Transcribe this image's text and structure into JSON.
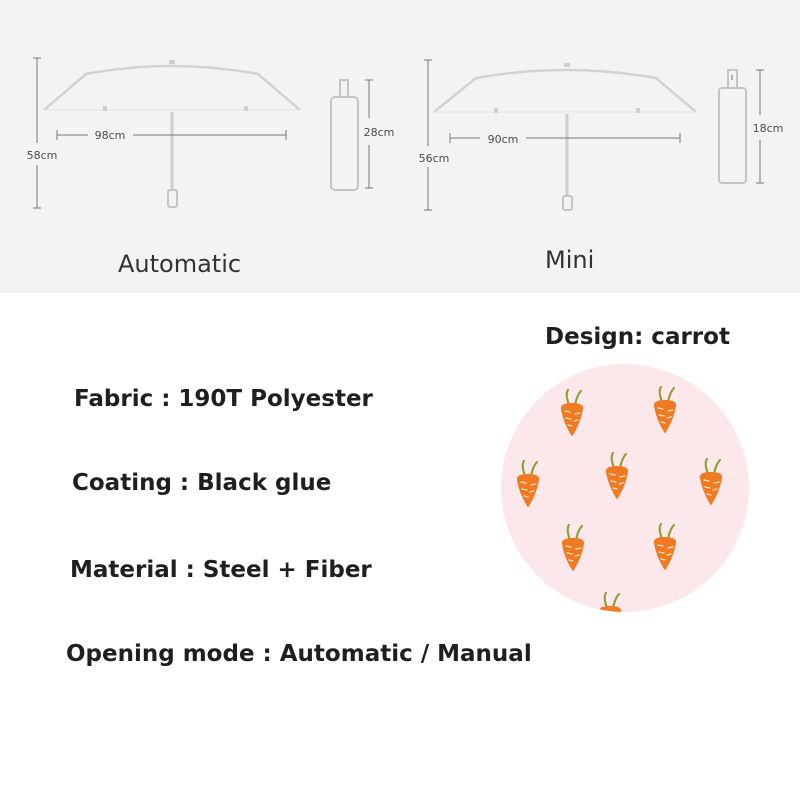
{
  "diagrams": {
    "automatic": {
      "label": "Automatic",
      "width": "98cm",
      "height": "58cm",
      "folded_length": "28cm"
    },
    "mini": {
      "label": "Mini",
      "width": "90cm",
      "height": "56cm",
      "folded_length": "18cm"
    }
  },
  "specs": [
    {
      "text": "Fabric : 190T Polyester"
    },
    {
      "text": "Coating : Black glue"
    },
    {
      "text": "Material : Steel + Fiber"
    },
    {
      "text": "Opening mode : Automatic / Manual"
    }
  ],
  "design": {
    "title": "Design: carrot",
    "background_color": "#fce8ea",
    "carrot_color": "#f07a22",
    "leaf_color": "#8ca23a"
  },
  "colors": {
    "top_background": "#f3f3f3",
    "outline": "#d4d4d4",
    "dimension_line": "#777777"
  }
}
